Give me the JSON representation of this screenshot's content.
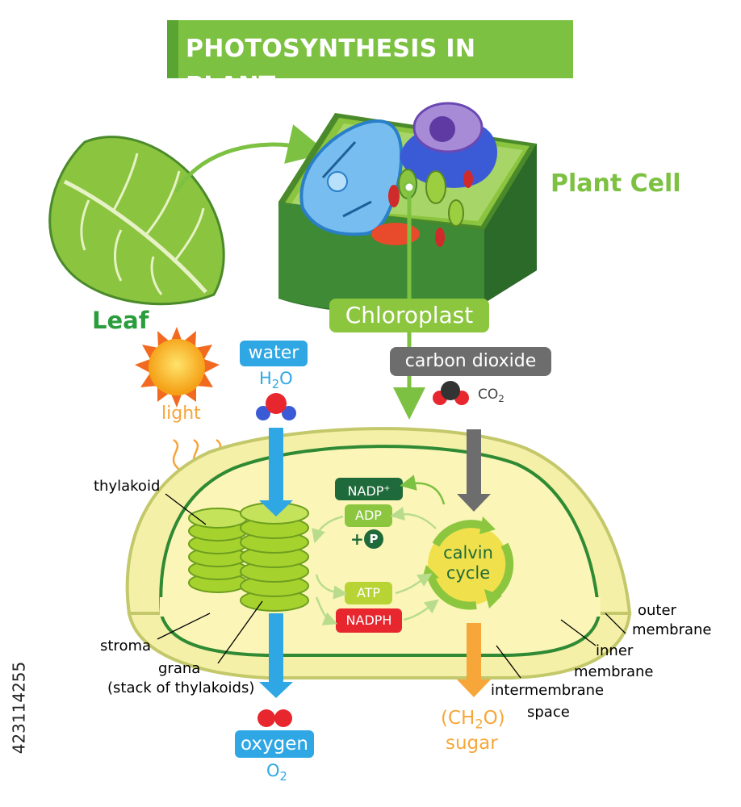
{
  "title": "PHOTOSYNTHESIS IN PLANT",
  "labels": {
    "leaf": "Leaf",
    "plant_cell": "Plant Cell",
    "chloroplast": "Chloroplast",
    "carbon_dioxide": "carbon dioxide",
    "co2": "CO",
    "co2_sub": "2",
    "water": "water",
    "h2o_h": "H",
    "h2o_sub": "2",
    "h2o_o": "O",
    "light": "light",
    "thylakoid": "thylakoid",
    "nadp": "NADP",
    "nadp_sup": "+",
    "adp": "ADP",
    "plus_sign": "+",
    "phosphate": "P",
    "atp": "ATP",
    "nadph": "NADPH",
    "calvin_1": "calvin",
    "calvin_2": "cycle",
    "stroma": "stroma",
    "grana_1": "grana",
    "grana_2": "(stack of thylakoids)",
    "oxygen": "oxygen",
    "o2_o": "O",
    "o2_sub": "2",
    "ch2o_open": "(CH",
    "ch2o_sub": "2",
    "ch2o_close": "O)",
    "sugar": "sugar",
    "outer_1": "outer",
    "outer_2": "membrane",
    "inner_1": "inner",
    "inner_2": "membrane",
    "intermem_1": "intermembrane",
    "intermem_2": "space",
    "stock_id": "423114255"
  },
  "colors": {
    "title_green": "#7dc142",
    "leaf_text_green": "#2a9d3c",
    "cell_text_green": "#7dc142",
    "water_blue": "#2fa7e4",
    "light_orange": "#f6a43a",
    "carbon_gray": "#6d6d6d",
    "nadp_dark_green": "#1f6a3a",
    "adp_green": "#8cc63f",
    "atp_lime": "#b7d334",
    "nadph_red": "#e7262e",
    "sugar_orange": "#f7a739",
    "chloroplast_yellow": "#f5f0a8"
  },
  "icons": [
    "leaf-icon",
    "plant-cell-icon",
    "sun-icon",
    "water-molecule-icon",
    "co2-molecule-icon",
    "oxygen-molecule-icon",
    "thylakoid-stack-icon",
    "calvin-cycle-icon",
    "arrow-icon"
  ]
}
